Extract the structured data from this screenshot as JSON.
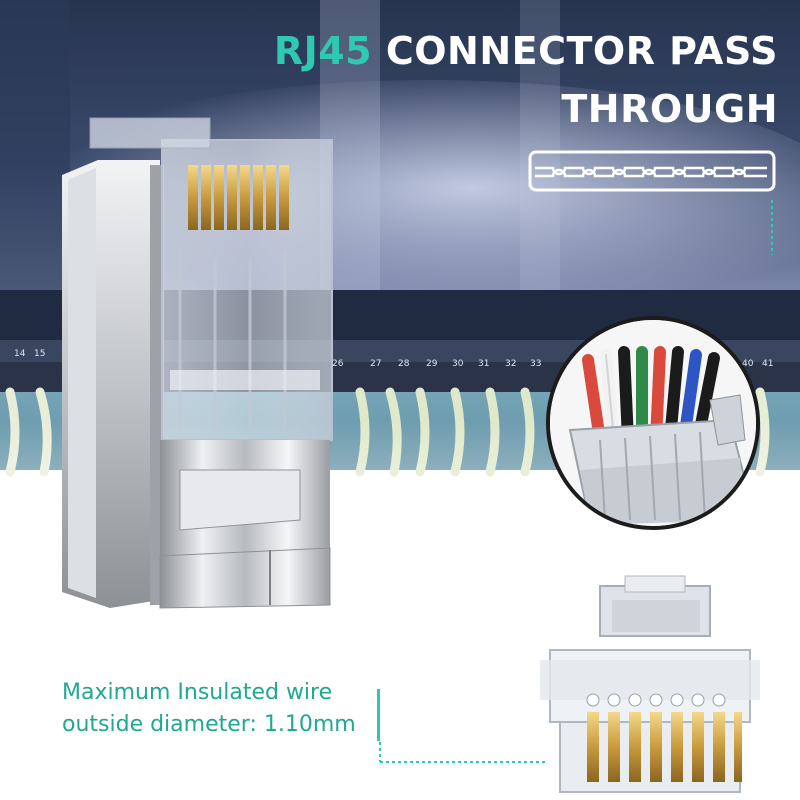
{
  "header": {
    "accent": "RJ45",
    "title_rest": "CONNECTOR PASS",
    "title_line2": "THROUGH"
  },
  "spec": {
    "line1": "Maximum Insulated wire",
    "line2": "outside diameter: 1.10mm"
  },
  "patch_panel": {
    "port_numbers_left": [
      "14",
      "15"
    ],
    "port_numbers_mid": [
      "26",
      "27",
      "28",
      "29",
      "30",
      "31",
      "32",
      "33"
    ],
    "port_numbers_right": [
      "40",
      "41"
    ]
  },
  "colors": {
    "accent": "#2ec9b0",
    "spec_text": "#1fa892",
    "background_top": "#1c2c44",
    "wire_colors": [
      "#d94a3d",
      "#f2f2f2",
      "#1b1b1b",
      "#2f8a4a",
      "#d94a3d",
      "#1b1b1b",
      "#2d56c4",
      "#1b1b1b"
    ]
  }
}
